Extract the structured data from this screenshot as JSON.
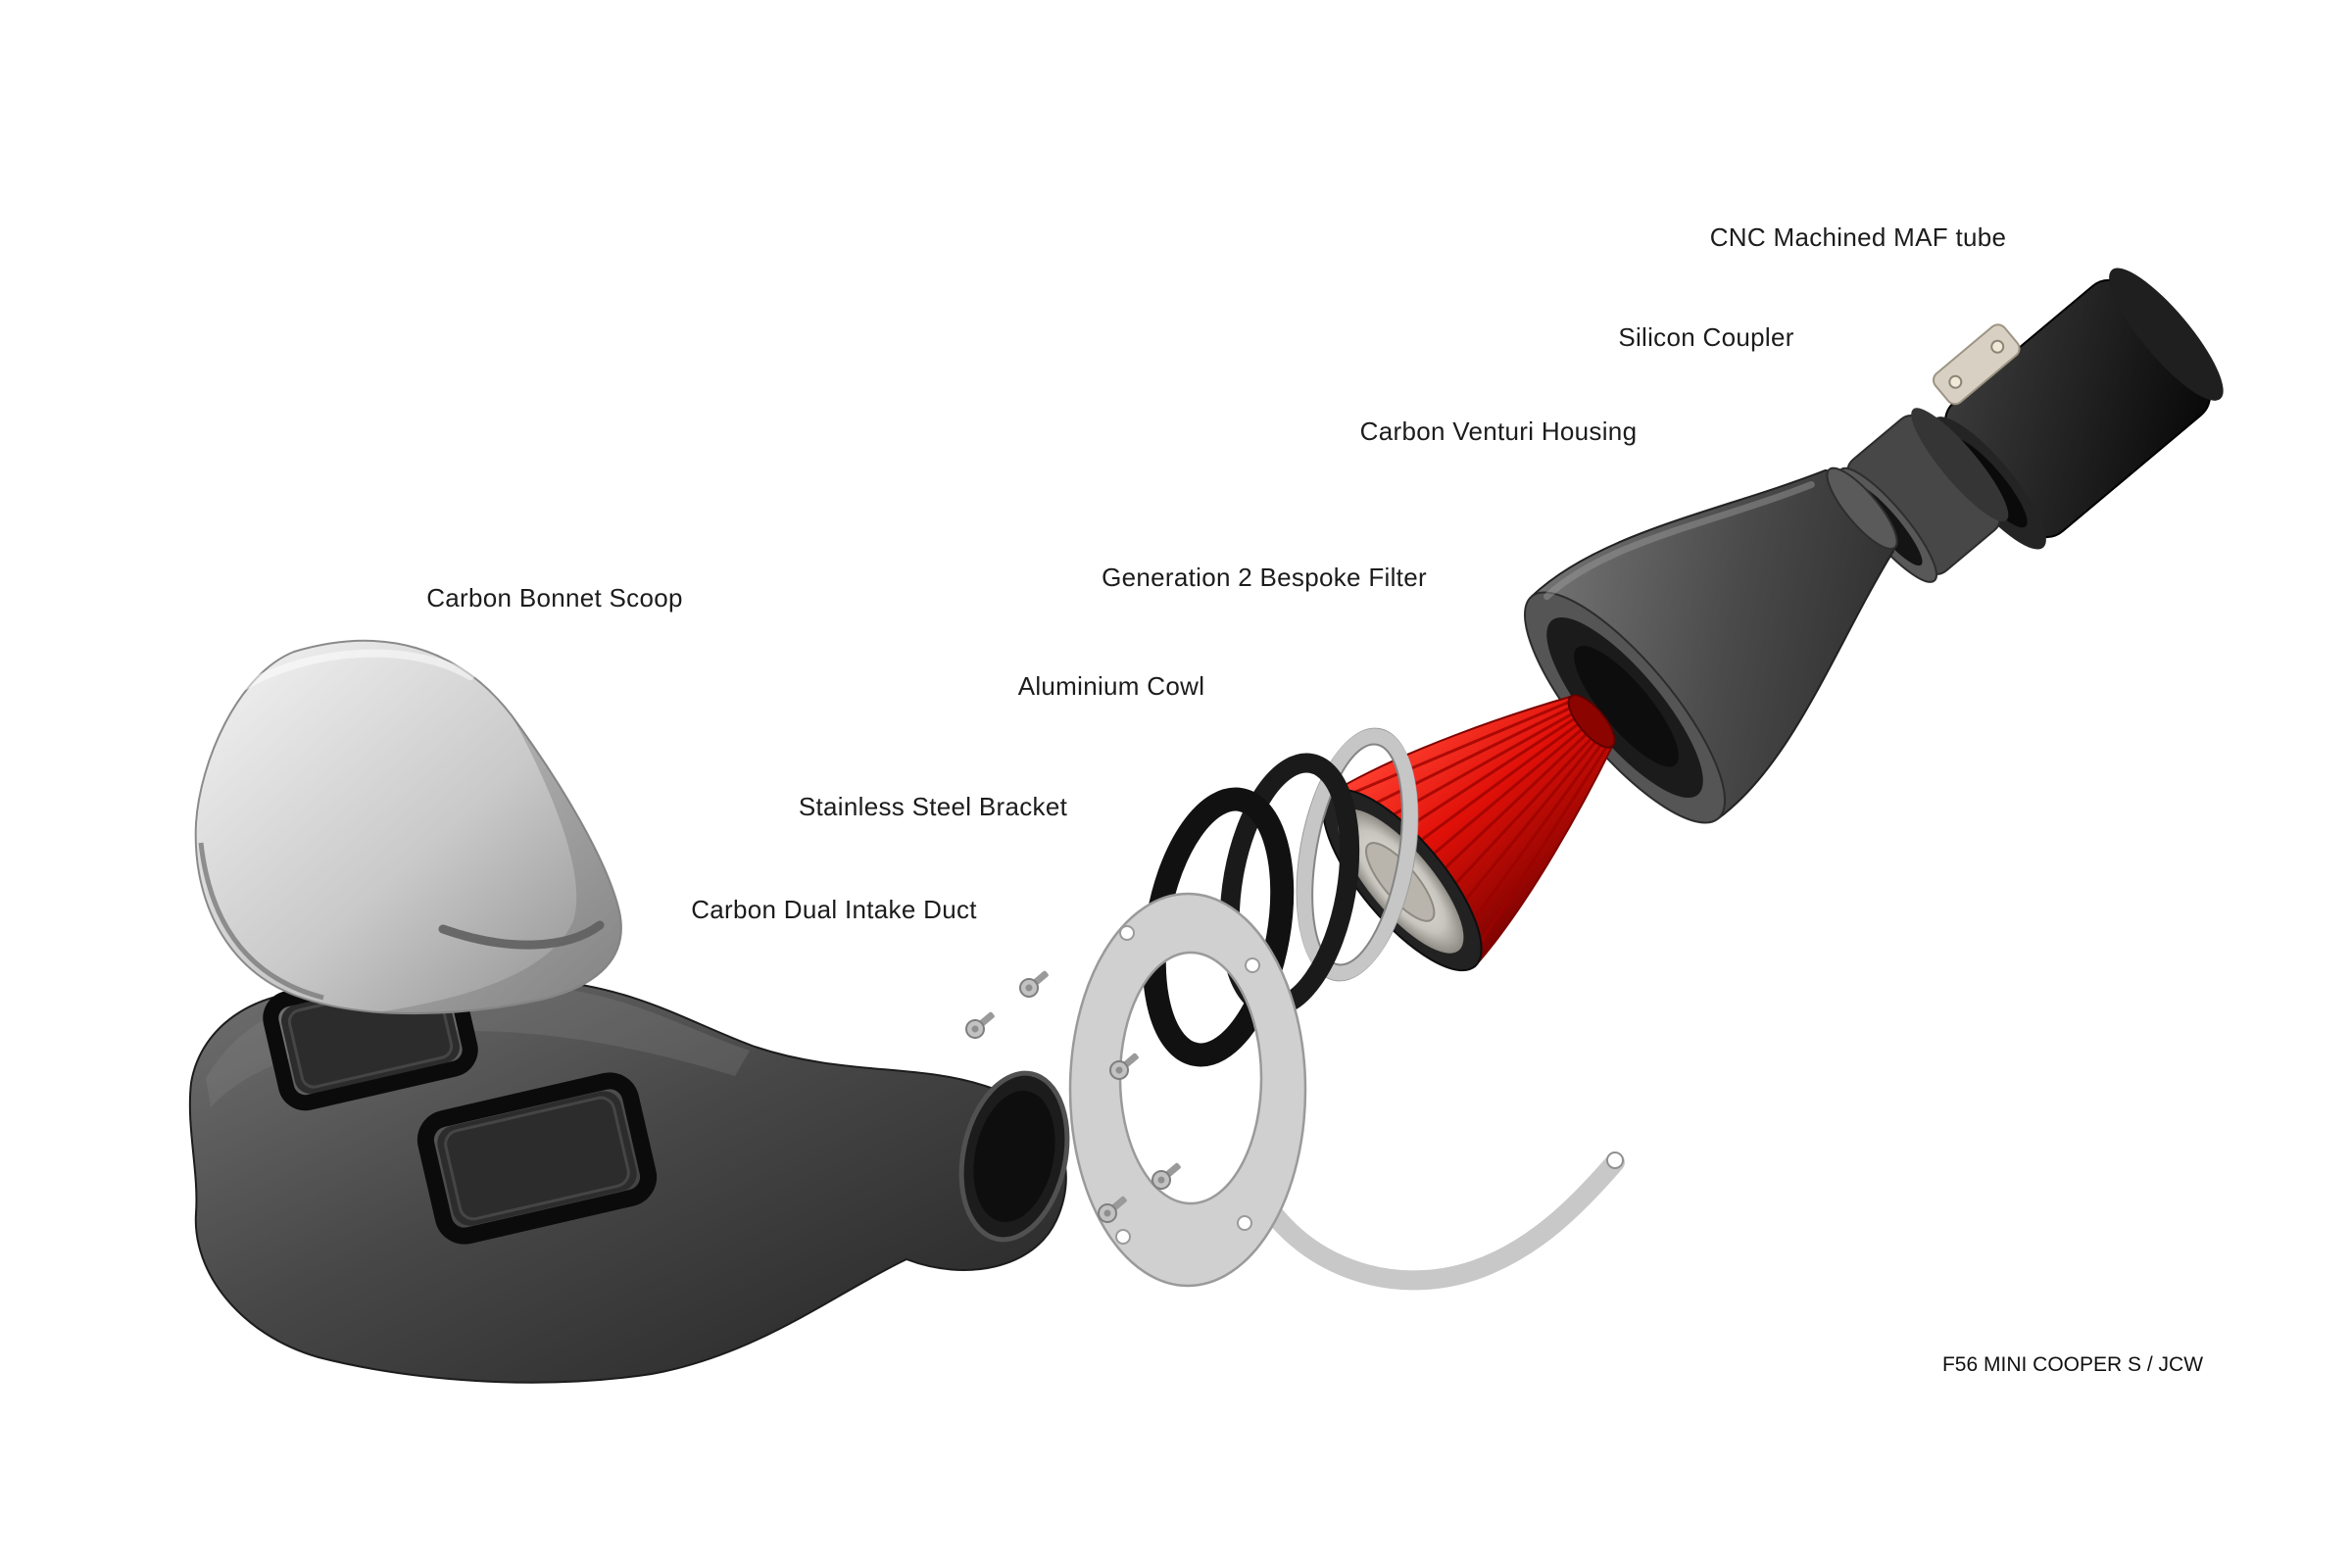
{
  "diagram": {
    "type": "exploded-parts-diagram",
    "subject": "Cold air intake kit exploded view",
    "footer": "F56 MINI COOPER S / JCW",
    "parts": [
      {
        "id": "maf-tube",
        "label": "CNC Machined MAF tube"
      },
      {
        "id": "silicon-coupler",
        "label": "Silicon Coupler"
      },
      {
        "id": "venturi-housing",
        "label": "Carbon Venturi Housing"
      },
      {
        "id": "bespoke-filter",
        "label": "Generation 2 Bespoke Filter"
      },
      {
        "id": "aluminium-cowl",
        "label": "Aluminium Cowl"
      },
      {
        "id": "steel-bracket",
        "label": "Stainless Steel Bracket"
      },
      {
        "id": "intake-duct",
        "label": "Carbon Dual Intake Duct"
      },
      {
        "id": "bonnet-scoop",
        "label": "Carbon Bonnet Scoop"
      }
    ],
    "colors": {
      "background": "#ffffff",
      "filter_red": "#e01008",
      "carbon_dark": "#3c3c3c",
      "silver": "#c9c9c9",
      "label_text": "#1c1c1c"
    }
  }
}
